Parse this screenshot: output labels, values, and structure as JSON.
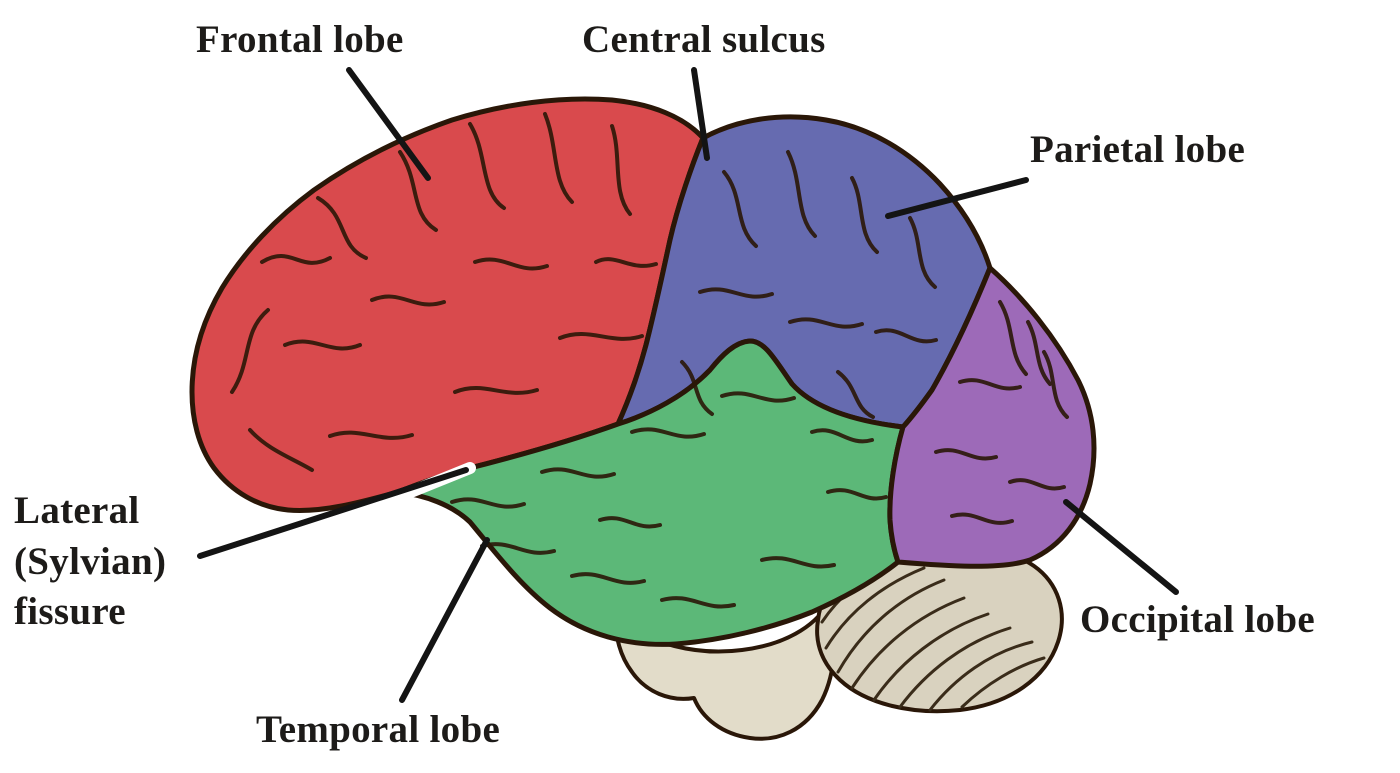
{
  "figure": {
    "description": "Lateral view of the human brain with lobes color-coded",
    "labels": {
      "frontal_lobe": "Frontal lobe",
      "central_sulcus": "Central sulcus",
      "parietal_lobe": "Parietal lobe",
      "lateral_fissure": "Lateral\n(Sylvian)\nfissure",
      "temporal_lobe": "Temporal lobe",
      "occipital_lobe": "Occipital lobe"
    },
    "colors": {
      "frontal_lobe": "#d94a4d",
      "parietal_lobe": "#666bb0",
      "temporal_lobe": "#5cb878",
      "occipital_lobe": "#9d6ab8",
      "cerebellum": "#d9d2bf",
      "brainstem": "#e2dcc9",
      "outline": "#2a1708",
      "folia_line": "#3a2c1a",
      "leader_line": "#141414",
      "label_text": "#1d1b19",
      "background": "#ffffff"
    }
  }
}
